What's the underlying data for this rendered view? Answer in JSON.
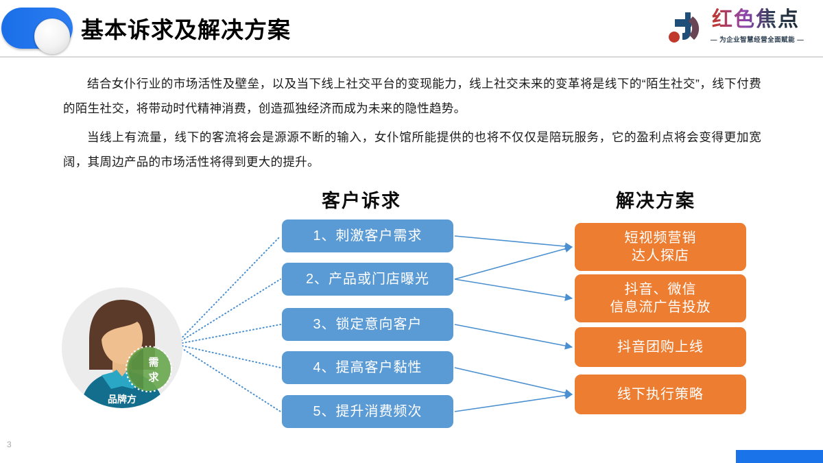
{
  "header": {
    "title": "基本诉求及解决方案",
    "toggle_icon": "toggle-switch-icon",
    "logo": {
      "mark_icon": "brand-monogram-icon",
      "name": "红色焦点",
      "tagline": "— 为企业智慧经营全面赋能 —"
    }
  },
  "body": {
    "paragraph_1": "结合女仆行业的市场活性及壁垒，以及当下线上社交平台的变现能力，线上社交未来的变革将是线下的“陌生社交”，线下付费的陌生社交，将带动时代精神消费，创造孤独经济而成为未来的隐性趋势。",
    "paragraph_2": "当线上有流量，线下的客流将会是源源不断的输入，女仆馆所能提供的也将不仅仅是陪玩服务，它的盈利点将会变得更加宽阔，其周边产品的市场活性将得到更大的提升。"
  },
  "diagram": {
    "left_heading": "客户诉求",
    "right_heading": "解决方案",
    "avatar": {
      "icon": "person-avatar-icon",
      "role_label": "品牌方",
      "badge_label": "需求"
    },
    "demands": [
      {
        "label": "1、刺激客户需求"
      },
      {
        "label": "2、产品或门店曝光"
      },
      {
        "label": "3、锁定意向客户"
      },
      {
        "label": "4、提高客户黏性"
      },
      {
        "label": "5、提升消费频次"
      }
    ],
    "solutions": [
      {
        "line1": "短视频营销",
        "line2": "达人探店"
      },
      {
        "line1": "抖音、微信",
        "line2": "信息流广告投放"
      },
      {
        "line1": "抖音团购上线",
        "line2": ""
      },
      {
        "line1": "线下执行策略",
        "line2": ""
      }
    ]
  },
  "footer": {
    "page_number": "3"
  },
  "colors": {
    "blue_node": "#5b9bd5",
    "orange_node": "#ed7d31",
    "accent_blue": "#1a73e8",
    "connector_blue": "#4a8fcf",
    "badge_green": "#6aa84f"
  }
}
